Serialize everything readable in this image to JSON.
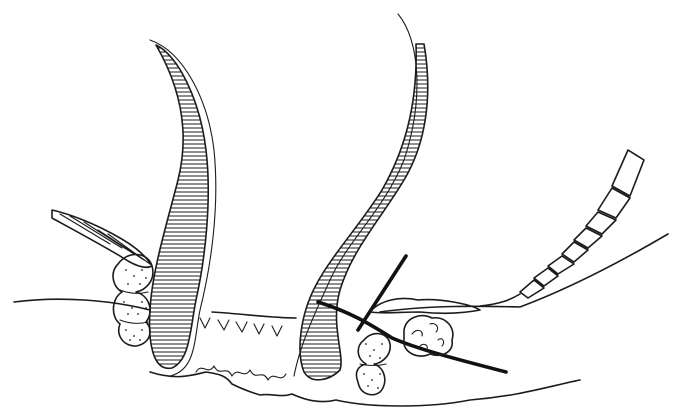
{
  "figure": {
    "background_color": "#ffffff",
    "ink_color": "#1c1c1c"
  },
  "hairs": [
    {
      "name": "hair-left"
    },
    {
      "name": "hair-right"
    }
  ],
  "lashes": [
    {
      "name": "lash-left"
    },
    {
      "name": "lash-right-chain"
    }
  ]
}
